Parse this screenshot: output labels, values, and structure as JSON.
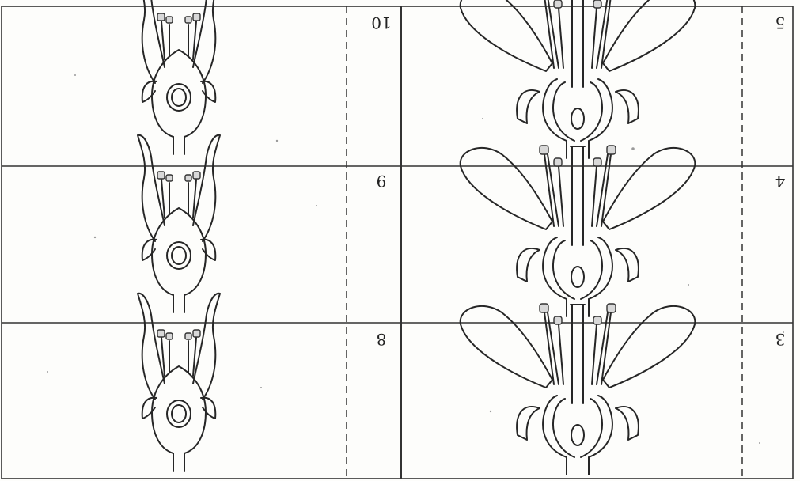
{
  "figure": {
    "panels": [
      {
        "id": "p3",
        "label": "3",
        "stage": "open"
      },
      {
        "id": "p4",
        "label": "4",
        "stage": "open"
      },
      {
        "id": "p5",
        "label": "5",
        "stage": "open"
      },
      {
        "id": "p8",
        "label": "8",
        "stage": "fruit"
      },
      {
        "id": "p9",
        "label": "9",
        "stage": "fruit"
      },
      {
        "id": "p10",
        "label": "10",
        "stage": "fruit"
      }
    ],
    "colors": {
      "ink": "#262626",
      "paper": "#fdfdfb",
      "anther": "#d8d8d8"
    }
  }
}
